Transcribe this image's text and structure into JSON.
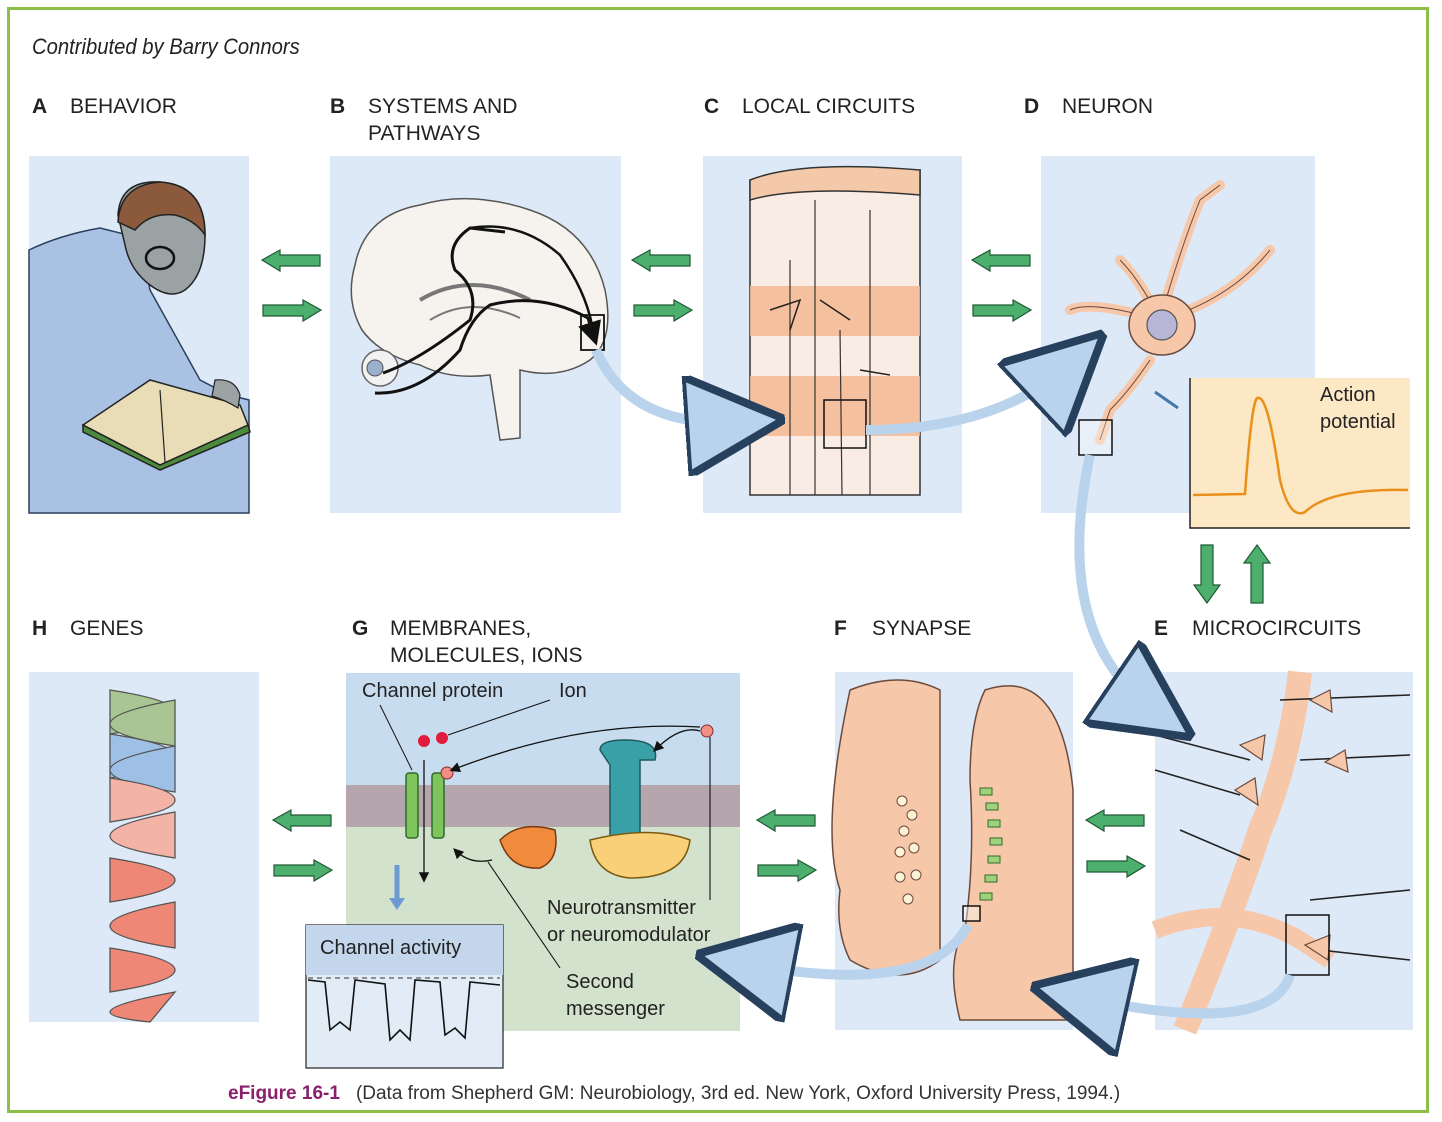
{
  "credit": "Contributed by Barry Connors",
  "panels": {
    "a": {
      "letter": "A",
      "title": "BEHAVIOR"
    },
    "b": {
      "letter": "B",
      "title_line1": "SYSTEMS AND",
      "title_line2": "PATHWAYS"
    },
    "c": {
      "letter": "C",
      "title": "LOCAL CIRCUITS"
    },
    "d": {
      "letter": "D",
      "title": "NEURON"
    },
    "e": {
      "letter": "E",
      "title": "MICROCIRCUITS"
    },
    "f": {
      "letter": "F",
      "title": "SYNAPSE"
    },
    "g": {
      "letter": "G",
      "title_line1": "MEMBRANES,",
      "title_line2": "MOLECULES, IONS"
    },
    "h": {
      "letter": "H",
      "title": "GENES"
    }
  },
  "annotations": {
    "action_potential_line1": "Action",
    "action_potential_line2": "potential",
    "channel_protein": "Channel protein",
    "ion": "Ion",
    "neurotransmitter_line1": "Neurotransmitter",
    "neurotransmitter_line2": "or neuromodulator",
    "second_messenger_line1": "Second",
    "second_messenger_line2": "messenger",
    "channel_activity": "Channel activity"
  },
  "caption": {
    "figure_id": "eFigure 16-1",
    "text": "(Data from Shepherd GM: Neurobiology, 3rd ed. New York, Oxford University Press, 1994.)"
  },
  "colors": {
    "frame": "#8dc04a",
    "panel_background": "#dde9f7",
    "green_arrow": "#4caf6e",
    "blue_arrow": "#b9d3ec",
    "neuron": "#f6c7a8",
    "figure_label": "#8a1f6b",
    "action_potential_trace": "#e8901a"
  }
}
